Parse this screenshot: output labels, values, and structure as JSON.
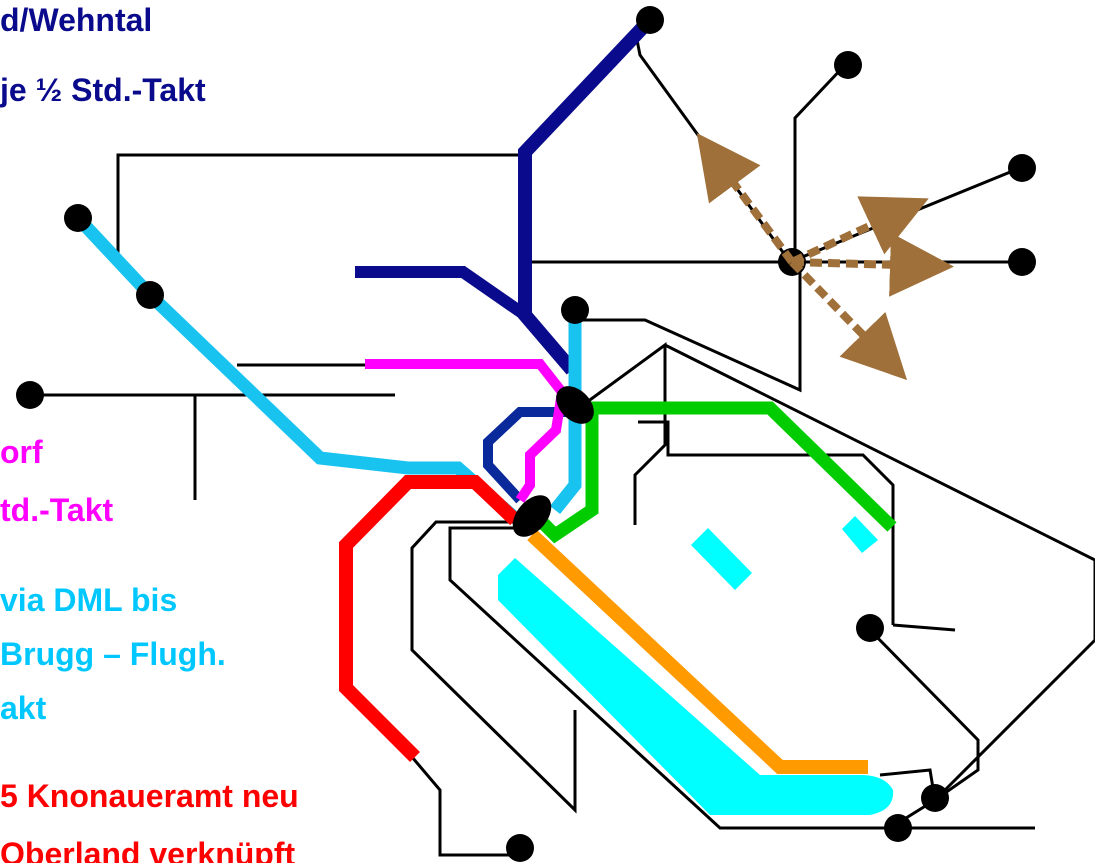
{
  "labels": {
    "wehntal_line1": "d/Wehntal",
    "wehntal_line2": "je ½ Std.-Takt",
    "magenta_line1": "orf",
    "magenta_line2": "td.-Takt",
    "cyan_line1": "via DML bis",
    "cyan_line2": "Brugg – Flugh.",
    "cyan_line3": "akt",
    "red_line1": "5 Knonaueramt neu",
    "red_line2": "Oberland verknüpft"
  },
  "colors": {
    "network": "#000000",
    "line_darkblue": "#0a0a8c",
    "line_navy": "#0a2a9c",
    "line_lightblue": "#19c3f0",
    "line_magenta": "#ff00ff",
    "line_green": "#00cc00",
    "line_red": "#ff0000",
    "line_orange": "#ff9a00",
    "lake": "#00ffff",
    "arrows": "#a0703a",
    "label_blue": "#0a0a8c",
    "label_magenta": "#ff00ff",
    "label_cyan": "#00c8ff",
    "label_red": "#ff0000"
  }
}
